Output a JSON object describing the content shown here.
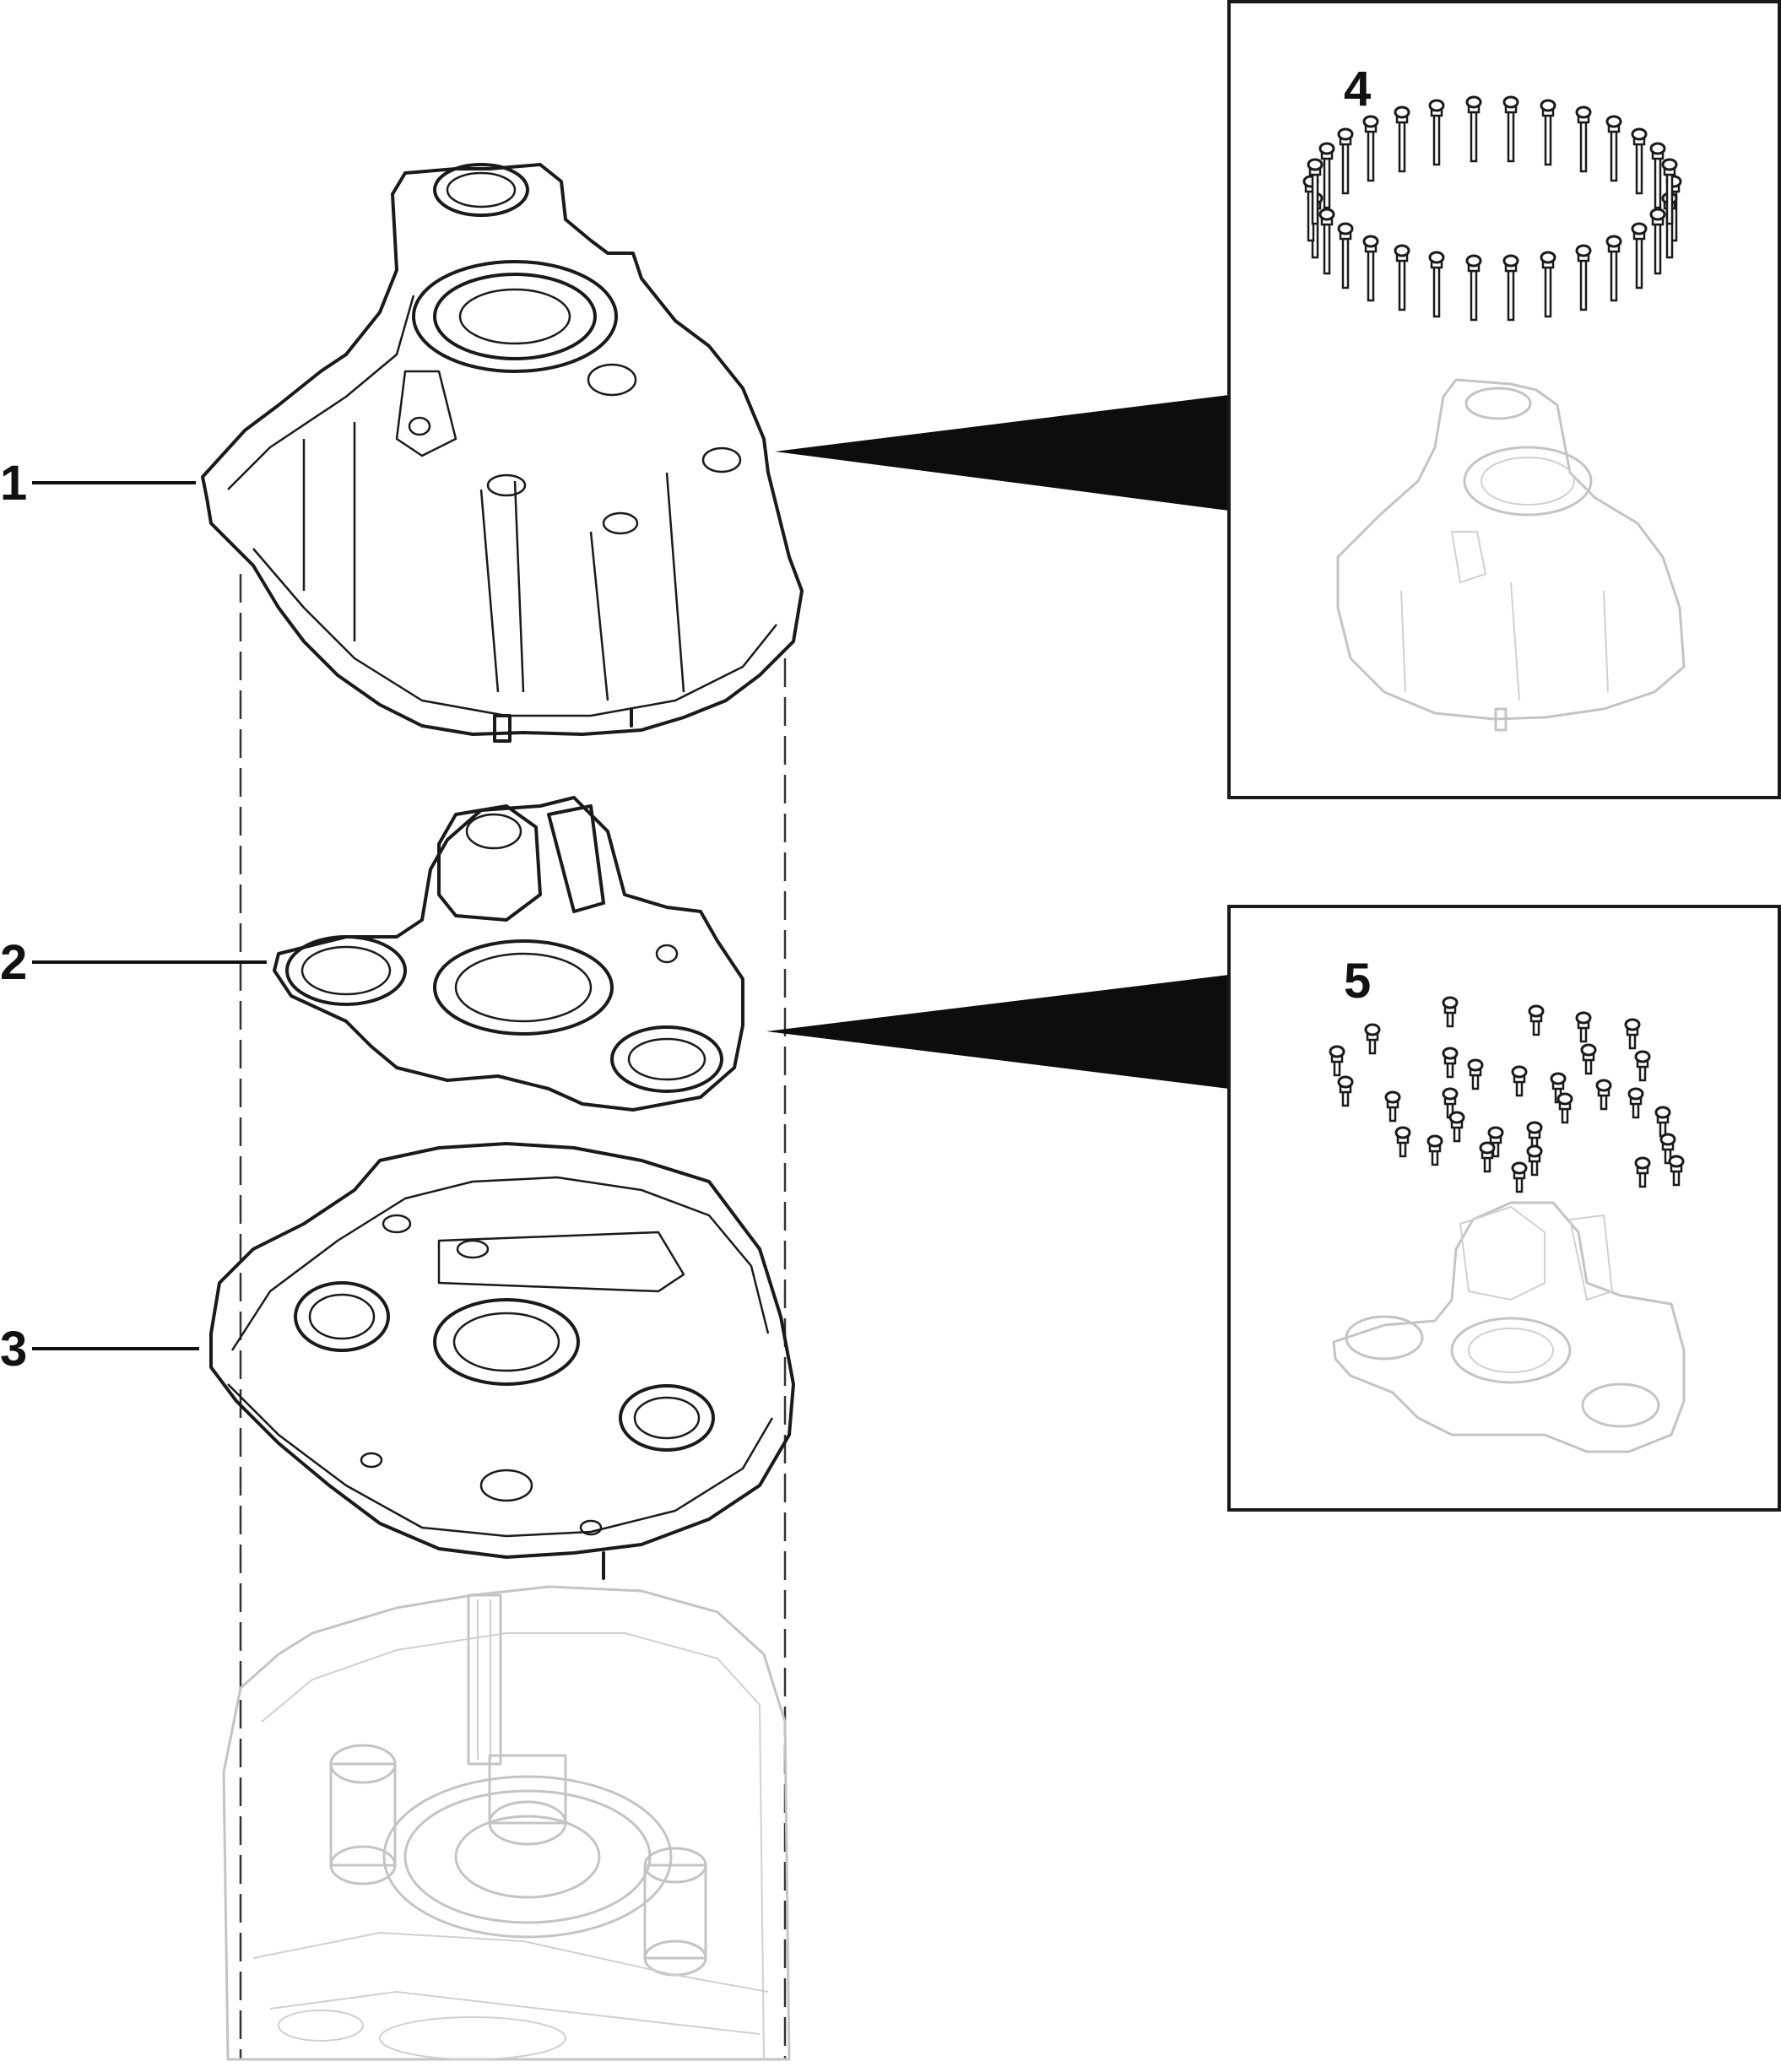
{
  "callouts": [
    {
      "id": "1",
      "label": "1",
      "part": "housing"
    },
    {
      "id": "2",
      "label": "2",
      "part": "plate"
    },
    {
      "id": "3",
      "label": "3",
      "part": "cover"
    },
    {
      "id": "4",
      "label": "4",
      "part": "long-bolt-set"
    },
    {
      "id": "5",
      "label": "5",
      "part": "short-bolt-set"
    }
  ],
  "colors": {
    "ink": "#1a1a1a",
    "ghost": "#c4c4c4",
    "wedge": "#0d0d0d",
    "background": "#ffffff"
  }
}
